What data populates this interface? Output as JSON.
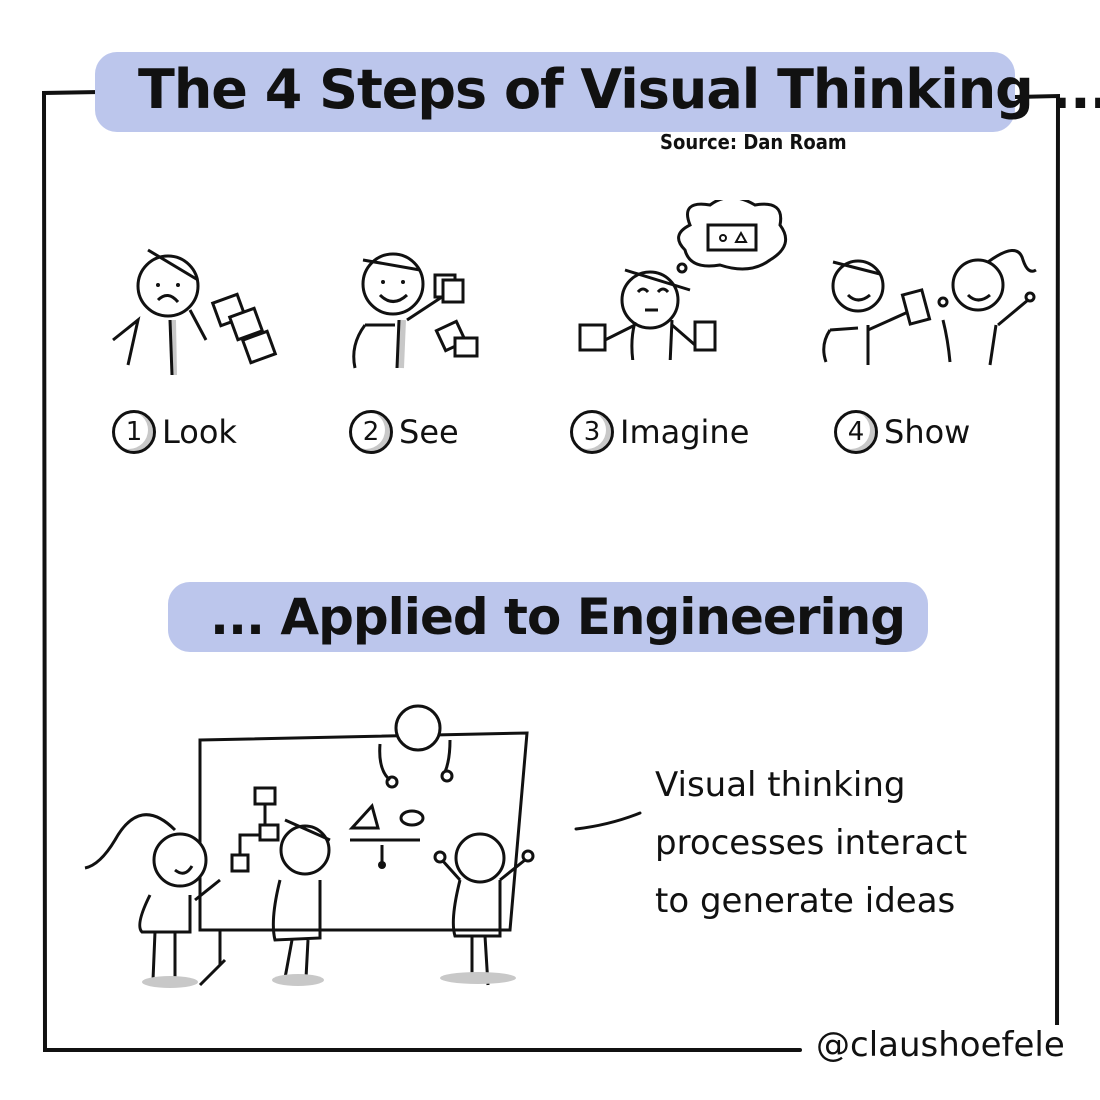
{
  "header": {
    "title": "The 4 Steps of Visual Thinking ...",
    "source": "Source: Dan Roam"
  },
  "steps": [
    {
      "number": "1",
      "label": "Look"
    },
    {
      "number": "2",
      "label": "See"
    },
    {
      "number": "3",
      "label": "Imagine"
    },
    {
      "number": "4",
      "label": "Show"
    }
  ],
  "section2": {
    "title": "... Applied to Engineering",
    "caption_lines": [
      "Visual thinking",
      "processes interact",
      "to generate ideas"
    ]
  },
  "footer": {
    "handle": "@claushoefele"
  },
  "colors": {
    "banner": "#bcc6ec",
    "ink": "#111111",
    "shadow": "#c8c8c8"
  }
}
